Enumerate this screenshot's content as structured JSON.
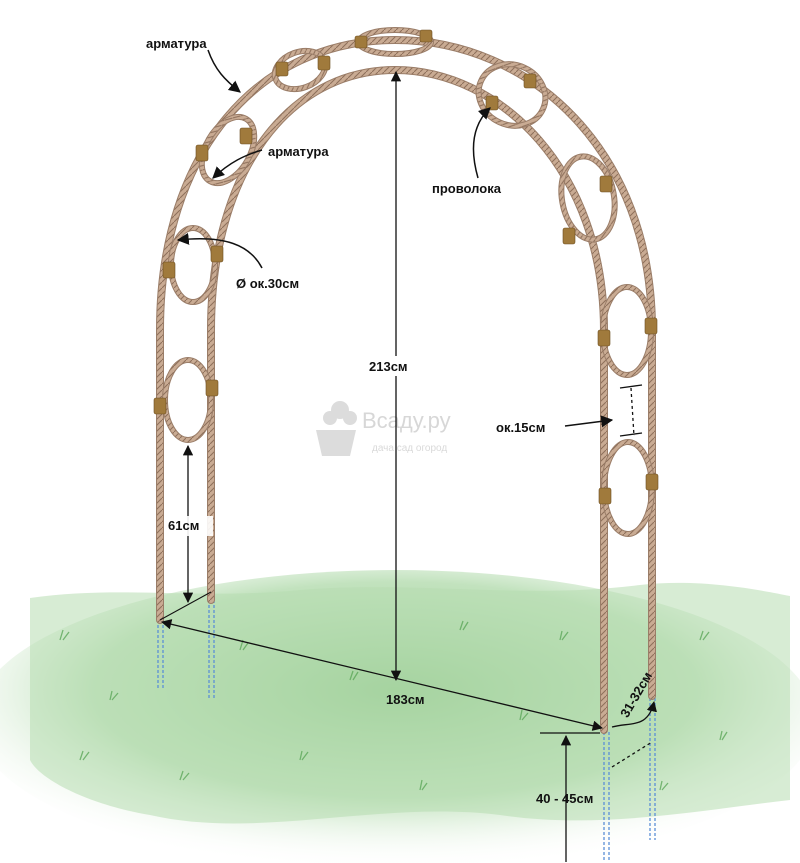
{
  "labels": {
    "rebar_top": "арматура",
    "rebar_mid": "арматура",
    "wire": "проволока",
    "ring_diameter": "Ø ок.30см",
    "height": "213см",
    "ring_spacing": "ок.15см",
    "side_gap": "61см",
    "width": "183см",
    "depth_spacing": "31-32см",
    "burial_depth": "40 - 45см"
  },
  "watermark": {
    "title": "Всаду.ру",
    "subtitle": "дача сад огород"
  },
  "colors": {
    "rod": "#c4a48c",
    "rod_edge": "#9a7d68",
    "wire": "#a07a3c",
    "grass": "#9fcf99",
    "arrow": "#111111",
    "buried": "#5b8fd6"
  },
  "icons": [
    "watermark-logo-icon"
  ]
}
